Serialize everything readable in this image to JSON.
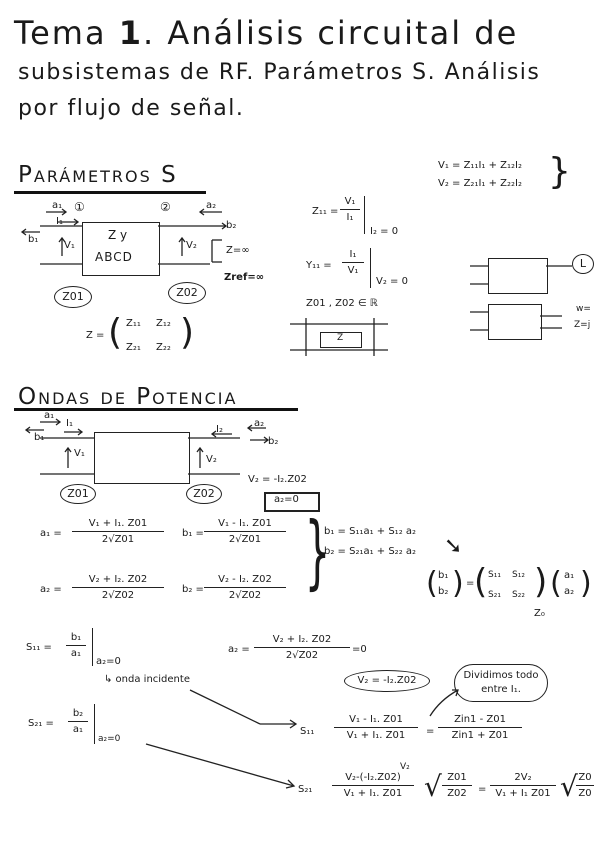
{
  "title": {
    "line1_a": "Tema",
    "line1_num": "1",
    "line1_b": ". Análisis circuital de",
    "line2": "subsistemas de RF. Parámetros S. Análisis",
    "line3": "por flujo de señal."
  },
  "section1": {
    "heading": "Parámetros S",
    "v_system_1": "V₁ = Z₁₁I₁ + Z₁₂I₂",
    "v_system_2": "V₂ = Z₂₁I₁ + Z₂₂I₂",
    "box_label_1": "Z y",
    "box_label_2": "ABCD",
    "port1": "①",
    "port2": "②",
    "a1": "a₁",
    "b1": "b₁",
    "a2": "a₂",
    "b2": "b₂",
    "i1": "I₁",
    "v1": "V₁",
    "v2": "V₂",
    "z_inf": "Z=∞",
    "zref": "Zref=∞",
    "z01": "Z01",
    "z02": "Z02",
    "z11_lhs": "Z₁₁ =",
    "z11_num": "V₁",
    "z11_den": "I₁",
    "z11_cond": "I₂ = 0",
    "y11_lhs": "Y₁₁ =",
    "y11_num": "I₁",
    "y11_den": "V₁",
    "y11_cond": "V₂ = 0",
    "real_cond": "Z01 , Z02 ∈ ℝ",
    "small_box": "Z",
    "matrix_lhs": "Z =",
    "m11": "Z₁₁",
    "m12": "Z₁₂",
    "m21": "Z₂₁",
    "m22": "Z₂₂",
    "side_L": "L",
    "side_w": "w=",
    "side_z": "Z=j"
  },
  "section2": {
    "heading": "Ondas de Potencia",
    "a1": "a₁",
    "b1": "b₁",
    "i1": "I₁",
    "v1": "V₁",
    "i2": "I₂",
    "a2": "a₂",
    "b2": "b₂",
    "v2": "V₂",
    "z01": "Z01",
    "z02": "Z02",
    "v2_eq": "V₂ = -I₂.Z02",
    "a2_zero": "a₂=0",
    "a1_lhs": "a₁ =",
    "a1_num": "V₁ + I₁. Z01",
    "a1_den": "2√Z01",
    "b1_lhs": "b₁ =",
    "b1_num": "V₁ - I₁. Z01",
    "b1_den": "2√Z01",
    "a2_lhs": "a₂ =",
    "a2_num": "V₂ + I₂. Z02",
    "a2_den": "2√Z02",
    "b2_lhs": "b₂ =",
    "b2_num": "V₂ - I₂. Z02",
    "b2_den": "2√Z02",
    "sys_b1": "b₁ = S₁₁a₁ + S₁₂ a₂",
    "sys_b2": "b₂ = S₂₁a₁ + S₂₂ a₂",
    "mat_b1": "b₁",
    "mat_b2": "b₂",
    "mat_s11": "S₁₁",
    "mat_s12": "S₁₂",
    "mat_s21": "S₂₁",
    "mat_s22": "S₂₂",
    "mat_a1": "a₁",
    "mat_a2": "a₂",
    "mat_eq": "=",
    "z0": "Z₀",
    "s11_lhs": "S₁₁ =",
    "s11_num": "b₁",
    "s11_den": "a₁",
    "s11_cond": "a₂=0",
    "onda": "↳ onda incidente",
    "a2b_lhs": "a₂ =",
    "a2b_num": "V₂ + I₂. Z02",
    "a2b_den": "2√Z02",
    "a2b_rhs": "=0",
    "v2_oval": "V₂ = -I₂.Z02",
    "cloud": "Dividimos todo entre I₁.",
    "s21_lhs": "S₂₁ =",
    "s21_num": "b₂",
    "s21_den": "a₁",
    "s21_cond": "a₂=0",
    "r1_lhs": "S₁₁",
    "r1_num": "V₁ - I₁. Z01",
    "r1_den": "V₁ + I₁. Z01",
    "r1_eq": "=",
    "r1_num2": "Zin1 - Z01",
    "r1_den2": "Zin1 + Z01",
    "r2_top": "V₂",
    "r2_lhs": "S₂₁",
    "r2_num": "V₂-(-I₂.Z02)",
    "r2_den": "V₁ + I₁. Z01",
    "r2_sq_num": "Z01",
    "r2_sq_den": "Z02",
    "r2_eq": "=",
    "r2_num2": "2V₂",
    "r2_den2": "V₁ + I₁ Z01",
    "r2_sq2_num": "Z0",
    "r2_sq2_den": "Z0"
  }
}
